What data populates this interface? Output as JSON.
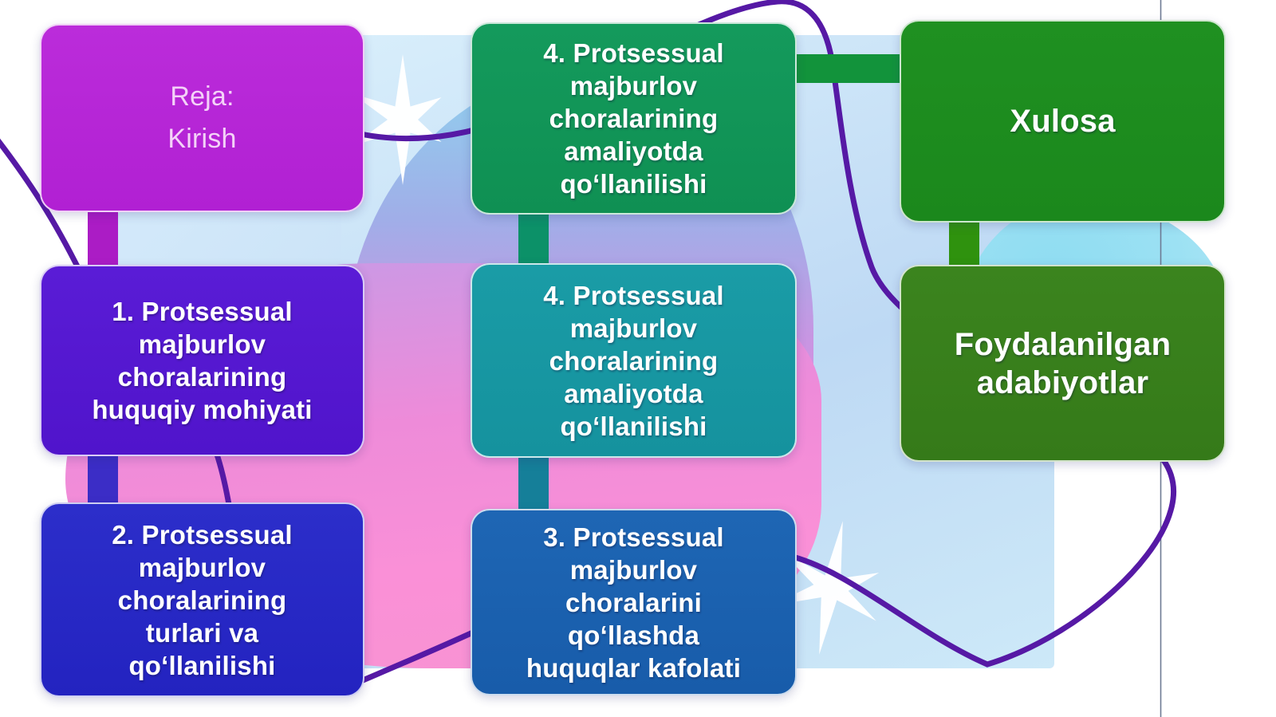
{
  "slide": {
    "kind": "presentation-outline-diagram",
    "nodes": [
      {
        "id": "reja",
        "label": "Reja:\nKirish",
        "color": "#b522d6",
        "text_color": "#f4d2f8"
      },
      {
        "id": "topic-1",
        "label": "1. Protsessual\nmajburlov\nchoralarining\nhuquqiy mohiyati",
        "color": "#5517d0",
        "text_color": "#ffffff"
      },
      {
        "id": "topic-2",
        "label": "2. Protsessual\nmajburlov\nchoralarining\nturlari va\nqo‘llanilishi",
        "color": "#2829c6",
        "text_color": "#ffffff"
      },
      {
        "id": "topic-4-top",
        "label": "4. Protsessual\nmajburlov\nchoralarining\namaliyotda\nqo‘llanilishi",
        "color": "#119659",
        "text_color": "#ffffff"
      },
      {
        "id": "topic-4-mid",
        "label": "4. Protsessual\nmajburlov\nchoralarining\namaliyotda\nqo‘llanilishi",
        "color": "#1898a2",
        "text_color": "#ffffff"
      },
      {
        "id": "topic-3",
        "label": "3. Protsessual\nmajburlov\nchoralarini\nqo‘llashda\nhuquqlar kafolati",
        "color": "#1b62b0",
        "text_color": "#ffffff"
      },
      {
        "id": "xulosa",
        "label": "Xulosa",
        "color": "#1d8d1f",
        "text_color": "#ffffff"
      },
      {
        "id": "adabiyotlar",
        "label": "Foydalanilgan\nadabiyotlar",
        "color": "#38801c",
        "text_color": "#ffffff"
      }
    ],
    "connectors": [
      {
        "id": "reja-to-topic1",
        "orientation": "vertical",
        "color": "#ab1cc5"
      },
      {
        "id": "topic1-to-topic2",
        "orientation": "vertical",
        "color": "#3b2dc6"
      },
      {
        "id": "topic4top-to-mid",
        "orientation": "vertical",
        "color": "#0c9168"
      },
      {
        "id": "topic4mid-to-3",
        "orientation": "vertical",
        "color": "#157f99"
      },
      {
        "id": "topic4top-to-xulosa",
        "orientation": "horizontal",
        "color": "#12933b"
      },
      {
        "id": "xulosa-to-adabiyotlar",
        "orientation": "vertical",
        "color": "#2f920e"
      }
    ],
    "palette": {
      "background": "#ffffff",
      "panel_light_blue": "#c4ddf5",
      "blob_pink": "#fa90d7",
      "blob_lavender": "#c995e2",
      "blob_cyan": "#8edcf2",
      "curve_purple": "#5619a5",
      "sparkle_white": "#ffffff",
      "rule_gray": "#6e7b94"
    }
  }
}
